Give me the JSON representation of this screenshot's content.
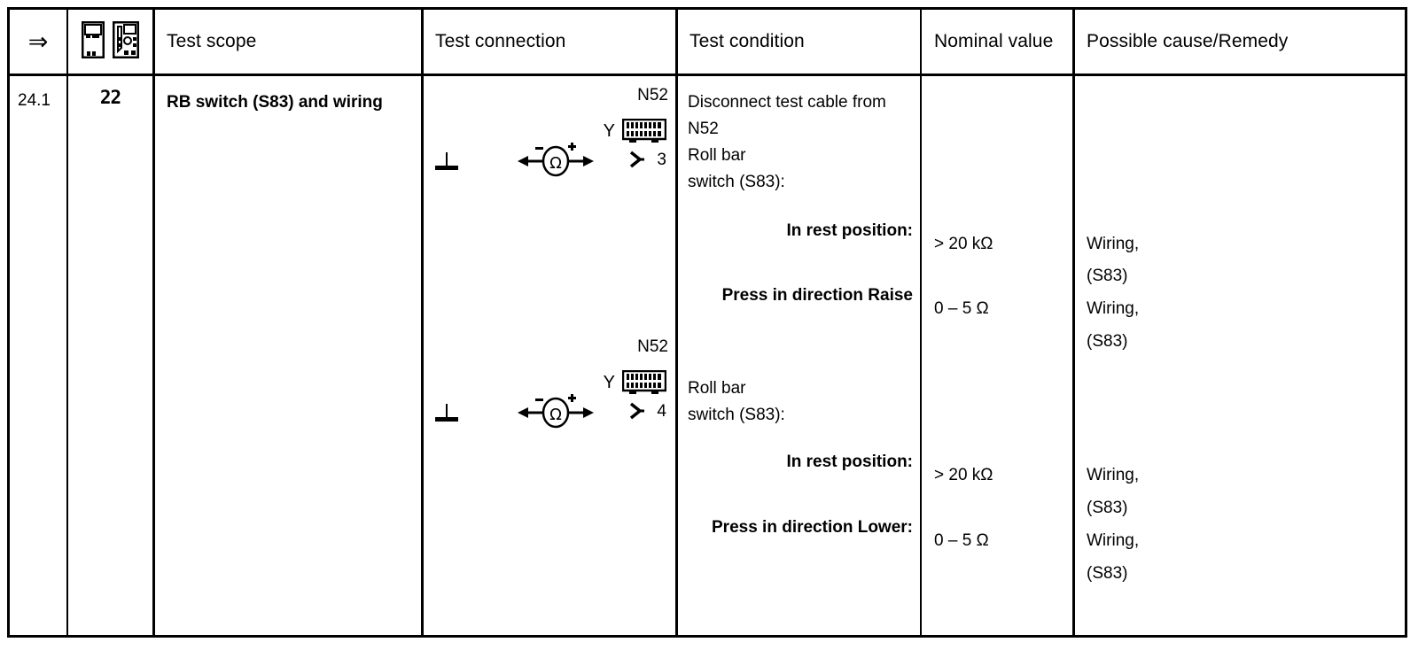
{
  "document": {
    "type": "service-manual-test-table",
    "title": "Test table row 24.1 - RB switch (S83) and wiring"
  },
  "table": {
    "headers": {
      "step_icon": "rightwards-arrow",
      "equipment_icons": [
        "test-box-icon",
        "multimeter-icon"
      ],
      "test_scope": "Test scope",
      "test_connection": "Test connection",
      "test_condition": "Test condition",
      "nominal_value": "Nominal value",
      "possible_cause": "Possible cause/Remedy"
    },
    "row": {
      "step": "24.1",
      "equipment_code": "22",
      "test_scope": "RB switch (S83) and wiring",
      "diagrams": [
        {
          "ground_symbol": "⊥",
          "meter_symbol": "Ω",
          "meter_minus": "−",
          "meter_plus": "+",
          "connector_label": "N52",
          "connector_letter": "Y",
          "connector_icon": "multi-pin-connector-icon",
          "terminal": "3"
        },
        {
          "ground_symbol": "⊥",
          "meter_symbol": "Ω",
          "meter_minus": "−",
          "meter_plus": "+",
          "connector_label": "N52",
          "connector_letter": "Y",
          "connector_icon": "multi-pin-connector-icon",
          "terminal": "4"
        }
      ],
      "conditions": {
        "intro_line1": "Disconnect test cable from",
        "intro_line2": "N52",
        "block1_line1": "Roll bar",
        "block1_line2": "switch (S83):",
        "block1_rest": "In rest position:",
        "block1_press": "Press in direction Raise",
        "block2_line1": "Roll bar",
        "block2_line2": "switch (S83):",
        "block2_rest": "In rest position:",
        "block2_press": "Press in direction Lower:"
      },
      "nominal_values": {
        "v1": "> 20 kΩ",
        "v2": "0 – 5 Ω",
        "v3": "> 20 kΩ",
        "v4": "0 – 5 Ω"
      },
      "remedies": {
        "r1_line1": "Wiring,",
        "r1_line2": "(S83)",
        "r2_line1": "Wiring,",
        "r2_line2": "(S83)",
        "r3_line1": "Wiring,",
        "r3_line2": "(S83)",
        "r4_line1": "Wiring,",
        "r4_line2": "(S83)"
      }
    }
  },
  "colors": {
    "ink": "#000000",
    "paper": "#ffffff"
  }
}
